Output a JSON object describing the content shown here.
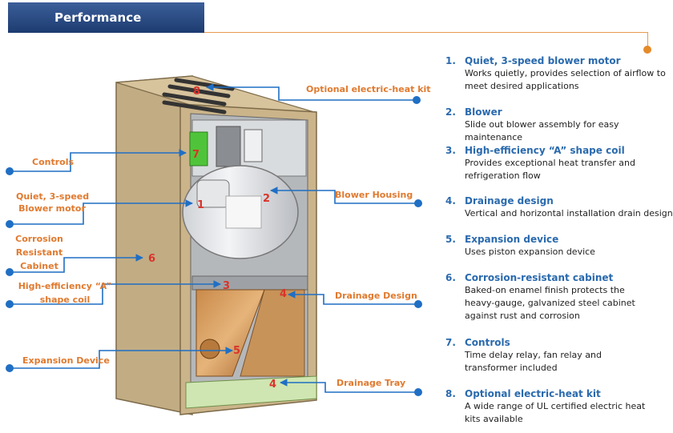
{
  "header": {
    "title": "Performance"
  },
  "callouts": {
    "electric_heat": "Optional electric-heat kit",
    "controls": "Controls",
    "blower_motor_1": "Quiet, 3-speed",
    "blower_motor_2": "Blower motor",
    "blower_housing": "Blower Housing",
    "cabinet_1": "Corrosion",
    "cabinet_2": "Resistant",
    "cabinet_3": "Cabinet",
    "coil_1": "High-efficiency “A”",
    "coil_2": "shape coil",
    "drainage_design": "Drainage Design",
    "expansion_device": "Expansion Device",
    "drainage_tray": "Drainage Tray"
  },
  "markers": {
    "m1": "1",
    "m2": "2",
    "m3": "3",
    "m4a": "4",
    "m4b": "4",
    "m5": "5",
    "m6": "6",
    "m7": "7",
    "m8": "8"
  },
  "features": [
    {
      "number": "1.",
      "title": "Quiet, 3-speed blower motor",
      "description": "Works quietly, provides selection of airflow to\nmeet desired applications"
    },
    {
      "number": "2.",
      "title": "Blower",
      "description": "Slide out blower assembly for easy maintenance"
    },
    {
      "number": "3.",
      "title": "High-efficiency “A” shape coil",
      "description": "Provides exceptional heat transfer and\nrefrigeration  flow"
    },
    {
      "number": "4.",
      "title": "Drainage design",
      "description": "Vertical and horizontal installation drain design"
    },
    {
      "number": "5.",
      "title": "Expansion device",
      "description": "Uses piston expansion device"
    },
    {
      "number": "6.",
      "title": "Corrosion-resistant cabinet",
      "description": "Baked-on enamel finish protects the\nheavy-gauge, galvanized steel cabinet\nagainst rust and corrosion"
    },
    {
      "number": "7.",
      "title": "Controls",
      "description": "Time delay relay, fan relay and\ntransformer included"
    },
    {
      "number": "8.",
      "title": "Optional electric-heat kit",
      "description": "A wide range of UL certified electric heat\nkits available"
    }
  ]
}
